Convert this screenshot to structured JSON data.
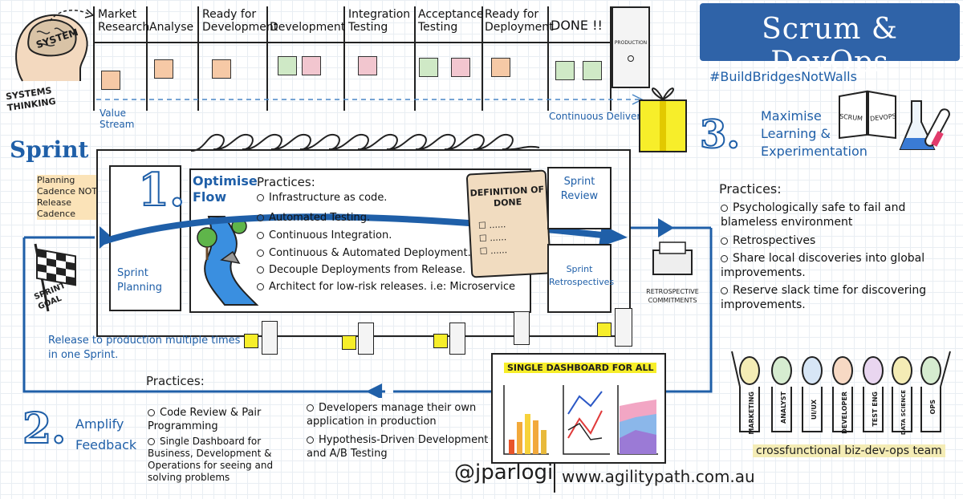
{
  "title": "Scrum & DevOps",
  "hashtag": "#BuildBridgesNotWalls",
  "brain_label": "SYSTEM",
  "systems_thinking": "SYSTEMS THINKING",
  "board": {
    "columns": [
      "Market Research",
      "Analyse",
      "Ready for Development",
      "Development",
      "Integration Testing",
      "Acceptance Testing",
      "Ready for Deployment",
      "DONE !!"
    ],
    "value_stream": "Value Stream",
    "continuous_delivery": "Continuous Delivery",
    "production": "PRODUCTION"
  },
  "sprint": {
    "title": "Sprint",
    "cadence_note": "Planning Cadence NOT Release Cadence",
    "sprint_goal": "SPRINT GOAL",
    "planning": "Sprint Planning",
    "review": "Sprint Review",
    "retrospectives": "Sprint Retrospectives",
    "retro_commitments": "RETROSPECTIVE COMMITMENTS",
    "release_note": "Release to production multiple times in one Sprint."
  },
  "section1": {
    "number": "1.",
    "title": "Optimise Flow",
    "practices_label": "Practices:",
    "practices": [
      "Infrastructure as code.",
      "Automated Testing.",
      "Continuous Integration.",
      "Continuous & Automated Deployment.",
      "Decouple Deployments from Release.",
      "Architect for low-risk releases. i.e: Microservice"
    ],
    "dod_title": "DEFINITION OF DONE"
  },
  "section2": {
    "number": "2.",
    "title": "Amplify Feedback",
    "practices_label": "Practices:",
    "left_practices": [
      "Code Review & Pair Programming",
      "Single Dashboard for Business, Development & Operations for seeing and solving problems"
    ],
    "right_practices": [
      "Developers manage their own application in production",
      "Hypothesis-Driven Development and A/B Testing"
    ],
    "dashboard_title": "SINGLE DASHBOARD FOR ALL"
  },
  "section3": {
    "number": "3.",
    "title": "Maximise Learning & Experimentation",
    "book_left": "SCRUM",
    "book_right": "DEVOPS",
    "practices_label": "Practices:",
    "practices": [
      "Psychologically safe to fail and blameless environment",
      "Retrospectives",
      "Share local discoveries into global improvements.",
      "Reserve slack time for discovering improvements."
    ]
  },
  "team": {
    "roles": [
      "MARKETING",
      "ANALYST",
      "UI/UX",
      "DEVELOPER",
      "TEST ENG",
      "DATA SCIENCE",
      "OPS"
    ],
    "caption": "crossfunctional biz-dev-ops team"
  },
  "footer": {
    "handle": "@jparlogi",
    "website": "www.agilitypath.com.au"
  },
  "colors": {
    "accent_blue": "#1f5fa8",
    "banner_blue": "#2f63a8",
    "sticky_orange": "#f6c9a6",
    "sticky_green": "#cfe9c6",
    "sticky_pink": "#f2c6cf",
    "gift_yellow": "#f7ee2a"
  }
}
